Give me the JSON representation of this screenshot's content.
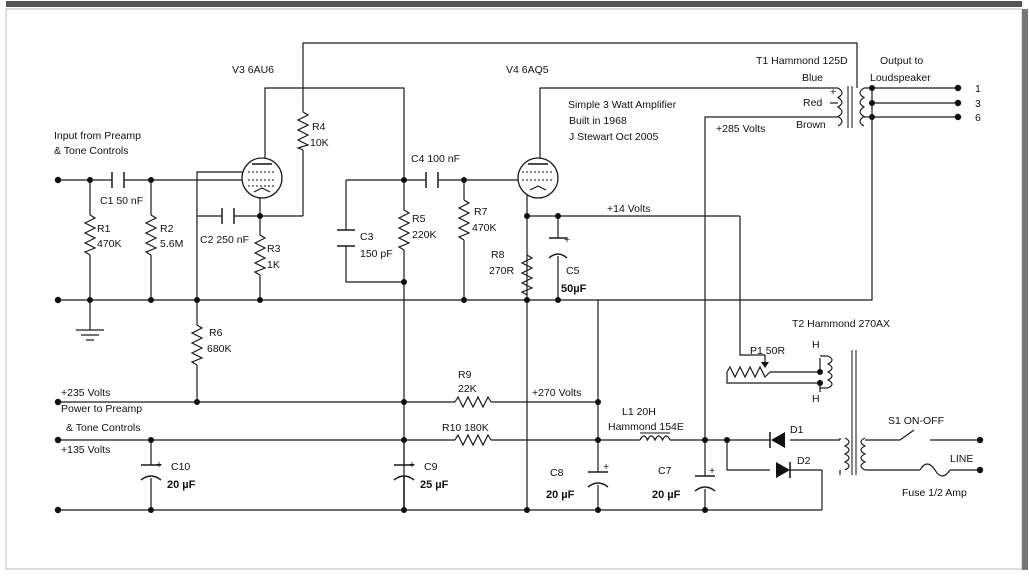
{
  "title": {
    "line1": "Simple 3 Watt Amplifier",
    "line2": "Built in 1968",
    "line3": "J Stewart Oct 2005"
  },
  "tubes": {
    "v3": "V3 6AU6",
    "v4": "V4 6AQ5"
  },
  "transformers": {
    "t1": "T1 Hammond 125D",
    "t2": "T2 Hammond 270AX",
    "blue": "Blue",
    "red": "Red",
    "brown": "Brown",
    "h_top": "H",
    "h_bottom": "H"
  },
  "output": {
    "label1": "Output to",
    "label2": "Loudspeaker",
    "t1": "1",
    "t3": "3",
    "t6": "6"
  },
  "input": {
    "label1": "Input from Preamp",
    "label2": "& Tone Controls"
  },
  "power": {
    "label1": "Power to Preamp",
    "label2": "& Tone Controls"
  },
  "rails": {
    "v285": "+285 Volts",
    "v14": "+14 Volts",
    "v235": "+235 Volts",
    "v270": "+270 Volts",
    "v135": "+135 Volts"
  },
  "components": {
    "c1": "C1 50 nF",
    "r1": "R1",
    "r1v": "470K",
    "r2": "R2",
    "r2v": "5.6M",
    "c2": "C2 250 nF",
    "r3": "R3",
    "r3v": "1K",
    "r4": "R4",
    "r4v": "10K",
    "c3": "C3",
    "c3v": "150 pF",
    "r5": "R5",
    "r5v": "220K",
    "c4": "C4 100 nF",
    "r7": "R7",
    "r7v": "470K",
    "r8": "R8",
    "r8v": "270R",
    "c5": "C5",
    "c5v": "50µF",
    "r6": "R6",
    "r6v": "680K",
    "r9": "R9",
    "r9v": "22K",
    "r10": "R10  180K",
    "c10": "C10",
    "c10v": "20  µF",
    "c9": "C9",
    "c9v": "25  µF",
    "c8": "C8",
    "c8v": "20 µF",
    "c7": "C7",
    "c7v": "20 µF",
    "l1": "L1 20H",
    "l1v": "Hammond 154E",
    "p1": "P1 50R",
    "d1": "D1",
    "d2": "D2",
    "s1": "S1 ON-OFF",
    "line": "LINE",
    "fuse": "Fuse  1/2 Amp",
    "plus": "+"
  }
}
